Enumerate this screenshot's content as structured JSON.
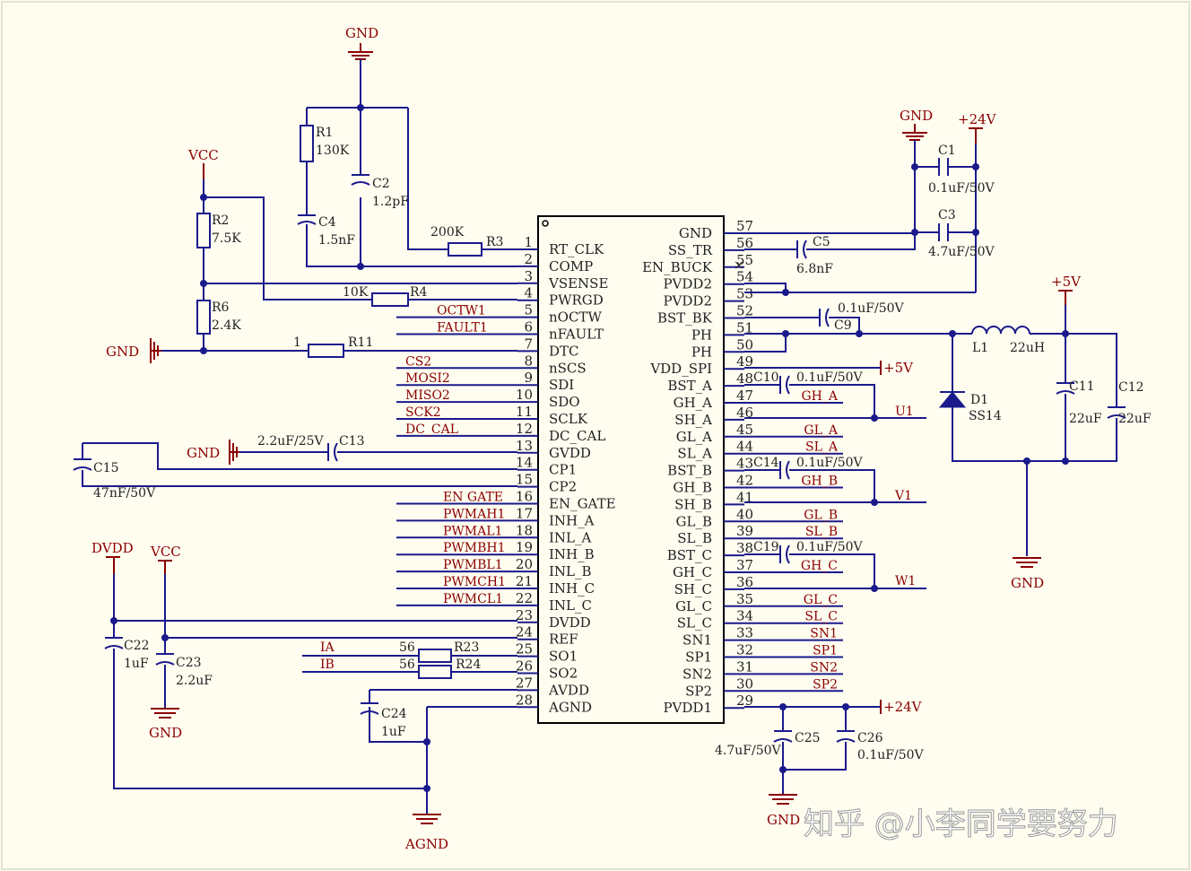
{
  "ic": {
    "left_pins": [
      {
        "num": "1",
        "name": "RT_CLK"
      },
      {
        "num": "2",
        "name": "COMP"
      },
      {
        "num": "3",
        "name": "VSENSE"
      },
      {
        "num": "4",
        "name": "PWRGD"
      },
      {
        "num": "5",
        "name": "nOCTW"
      },
      {
        "num": "6",
        "name": "nFAULT"
      },
      {
        "num": "7",
        "name": "DTC"
      },
      {
        "num": "8",
        "name": "nSCS"
      },
      {
        "num": "9",
        "name": "SDI"
      },
      {
        "num": "10",
        "name": "SDO"
      },
      {
        "num": "11",
        "name": "SCLK"
      },
      {
        "num": "12",
        "name": "DC_CAL"
      },
      {
        "num": "13",
        "name": "GVDD"
      },
      {
        "num": "14",
        "name": "CP1"
      },
      {
        "num": "15",
        "name": "CP2"
      },
      {
        "num": "16",
        "name": "EN_GATE"
      },
      {
        "num": "17",
        "name": "INH_A"
      },
      {
        "num": "18",
        "name": "INL_A"
      },
      {
        "num": "19",
        "name": "INH_B"
      },
      {
        "num": "20",
        "name": "INL_B"
      },
      {
        "num": "21",
        "name": "INH_C"
      },
      {
        "num": "22",
        "name": "INL_C"
      },
      {
        "num": "23",
        "name": "DVDD"
      },
      {
        "num": "24",
        "name": "REF"
      },
      {
        "num": "25",
        "name": "SO1"
      },
      {
        "num": "26",
        "name": "SO2"
      },
      {
        "num": "27",
        "name": "AVDD"
      },
      {
        "num": "28",
        "name": "AGND"
      }
    ],
    "right_pins": [
      {
        "num": "57",
        "name": "GND"
      },
      {
        "num": "56",
        "name": "SS_TR"
      },
      {
        "num": "55",
        "name": "EN_BUCK"
      },
      {
        "num": "54",
        "name": "PVDD2"
      },
      {
        "num": "53",
        "name": "PVDD2"
      },
      {
        "num": "52",
        "name": "BST_BK"
      },
      {
        "num": "51",
        "name": "PH"
      },
      {
        "num": "50",
        "name": "PH"
      },
      {
        "num": "49",
        "name": "VDD_SPI"
      },
      {
        "num": "48",
        "name": "BST_A"
      },
      {
        "num": "47",
        "name": "GH_A"
      },
      {
        "num": "46",
        "name": "SH_A"
      },
      {
        "num": "45",
        "name": "GL_A"
      },
      {
        "num": "44",
        "name": "SL_A"
      },
      {
        "num": "43",
        "name": "BST_B"
      },
      {
        "num": "42",
        "name": "GH_B"
      },
      {
        "num": "41",
        "name": "SH_B"
      },
      {
        "num": "40",
        "name": "GL_B"
      },
      {
        "num": "39",
        "name": "SL_B"
      },
      {
        "num": "38",
        "name": "BST_C"
      },
      {
        "num": "37",
        "name": "GH_C"
      },
      {
        "num": "36",
        "name": "SH_C"
      },
      {
        "num": "35",
        "name": "GL_C"
      },
      {
        "num": "34",
        "name": "SL_C"
      },
      {
        "num": "33",
        "name": "SN1"
      },
      {
        "num": "32",
        "name": "SP1"
      },
      {
        "num": "31",
        "name": "SN2"
      },
      {
        "num": "30",
        "name": "SP2"
      },
      {
        "num": "29",
        "name": "PVDD1"
      }
    ]
  },
  "left_nets": {
    "5": "OCTW1",
    "6": "FAULT1",
    "8": "CS2",
    "9": "MOSI2",
    "10": "MISO2",
    "11": "SCK2",
    "12": "DC_CAL",
    "16": "EN GATE",
    "17": "PWMAH1",
    "18": "PWMAL1",
    "19": "PWMBH1",
    "20": "PWMBL1",
    "21": "PWMCH1",
    "22": "PWMCL1"
  },
  "right_nets": {
    "47": "GH_A",
    "45": "GL_A",
    "44": "SL_A",
    "42": "GH_B",
    "40": "GL_B",
    "39": "SL_B",
    "37": "GH_C",
    "35": "GL_C",
    "34": "SL_C",
    "33": "SN1",
    "32": "SP1",
    "31": "SN2",
    "30": "SP2"
  },
  "components": {
    "R1": {
      "ref": "R1",
      "value": "130K"
    },
    "C2": {
      "ref": "C2",
      "value": "1.2pF"
    },
    "C4": {
      "ref": "C4",
      "value": "1.5nF"
    },
    "R2": {
      "ref": "R2",
      "value": "7.5K"
    },
    "R6": {
      "ref": "R6",
      "value": "2.4K"
    },
    "R3": {
      "ref": "R3",
      "value": "200K"
    },
    "R4": {
      "ref": "R4",
      "value": "10K"
    },
    "R11": {
      "ref": "R11",
      "value": "1"
    },
    "C13": {
      "ref": "C13",
      "value": "2.2uF/25V"
    },
    "C15": {
      "ref": "C15",
      "value": "47nF/50V"
    },
    "C22": {
      "ref": "C22",
      "value": "1uF"
    },
    "C23": {
      "ref": "C23",
      "value": "2.2uF"
    },
    "R23": {
      "ref": "R23",
      "value": "56"
    },
    "R24": {
      "ref": "R24",
      "value": "56"
    },
    "C24": {
      "ref": "C24",
      "value": "1uF"
    },
    "C1": {
      "ref": "C1",
      "value": "0.1uF/50V"
    },
    "C3": {
      "ref": "C3",
      "value": "4.7uF/50V"
    },
    "C5": {
      "ref": "C5",
      "value": "6.8nF"
    },
    "C9": {
      "ref": "C9",
      "value": "0.1uF/50V"
    },
    "L1": {
      "ref": "L1",
      "value": "22uH"
    },
    "D1": {
      "ref": "D1",
      "value": "SS14"
    },
    "C11": {
      "ref": "C11",
      "value": "22uF"
    },
    "C12": {
      "ref": "C12",
      "value": "22uF"
    },
    "C10": {
      "ref": "C10",
      "value": "0.1uF/50V"
    },
    "C14": {
      "ref": "C14",
      "value": "0.1uF/50V"
    },
    "C19": {
      "ref": "C19",
      "value": "0.1uF/50V"
    },
    "C25": {
      "ref": "C25",
      "value": "4.7uF/50V"
    },
    "C26": {
      "ref": "C26",
      "value": "0.1uF/50V"
    }
  },
  "power": {
    "gnd": "GND",
    "vcc": "VCC",
    "dvdd": "DVDD",
    "agnd": "AGND",
    "p24v": "+24V",
    "p5v": "+5V"
  },
  "phase_nets": {
    "u": "U1",
    "v": "V1",
    "w": "W1"
  },
  "signal_nets": {
    "ia": "IA",
    "ib": "IB"
  },
  "watermark": "知乎 @小李同学要努力"
}
